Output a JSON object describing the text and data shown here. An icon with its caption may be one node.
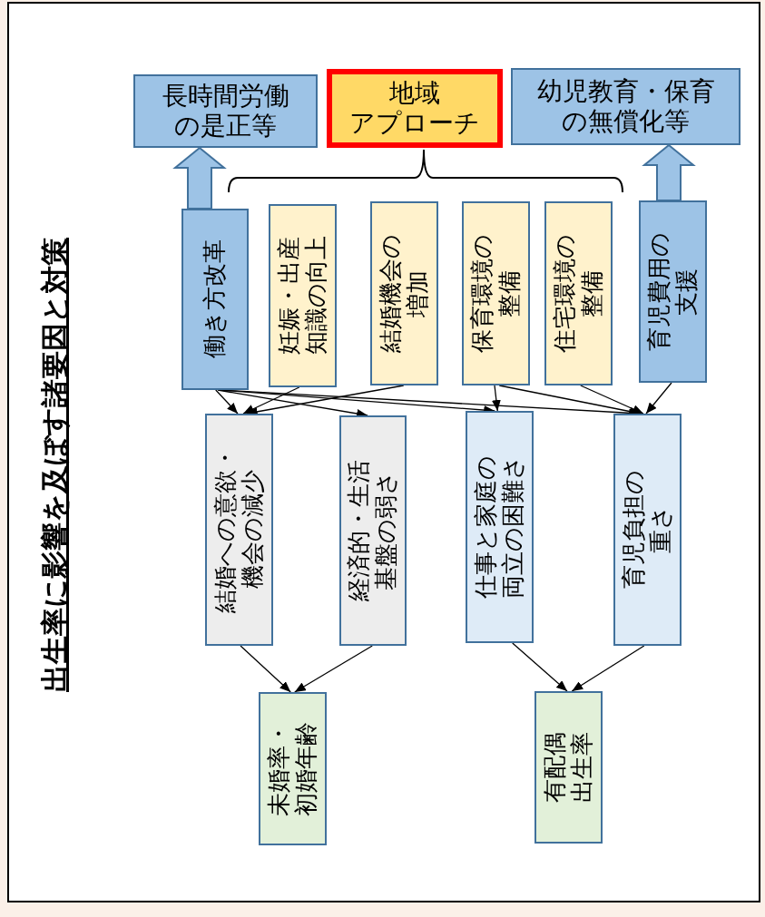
{
  "diagram": {
    "title": "出生率に影響を及ぼす諸要因と対策",
    "nodes": [
      {
        "text": [
          "長時間労働の是正等"
        ]
      },
      {
        "text": [
          "地域",
          "アプローチ"
        ]
      },
      {
        "text": [
          "幼児教育・保育の無償化等"
        ]
      },
      {
        "text": [
          "働き方改革"
        ]
      },
      {
        "text": [
          "妊娠・出産知識の向上"
        ]
      },
      {
        "text": [
          "結婚機会の増加"
        ]
      },
      {
        "text": [
          "保育環境の整備"
        ]
      },
      {
        "text": [
          "住宅環境の整備"
        ]
      },
      {
        "text": [
          "育児費用の支援"
        ]
      },
      {
        "text": [
          "結婚への意欲・機会の減少"
        ]
      },
      {
        "text": [
          "経済的・生活基盤の弱さ"
        ]
      },
      {
        "text": [
          "仕事と家庭の両立の困難さ"
        ]
      },
      {
        "text": [
          "育児負担の重さ"
        ]
      },
      {
        "text": [
          "未婚率・初婚年齢"
        ]
      },
      {
        "text": [
          "有配偶出生率"
        ]
      }
    ],
    "edges": [
      {
        "from": 3,
        "to": 0,
        "arrow": "to",
        "style": "thick"
      },
      {
        "from": 8,
        "to": 2,
        "arrow": "to",
        "style": "thick"
      },
      {
        "from": 3,
        "to": 9,
        "arrow": "to"
      },
      {
        "from": 3,
        "to": 10,
        "arrow": "to"
      },
      {
        "from": 3,
        "to": 11,
        "arrow": "to"
      },
      {
        "from": 3,
        "to": 12,
        "arrow": "to"
      },
      {
        "from": 4,
        "to": 9,
        "arrow": "to"
      },
      {
        "from": 5,
        "to": 9,
        "arrow": "to"
      },
      {
        "from": 6,
        "to": 11,
        "arrow": "to"
      },
      {
        "from": 6,
        "to": 12,
        "arrow": "to"
      },
      {
        "from": 7,
        "to": 12,
        "arrow": "to"
      },
      {
        "from": 8,
        "to": 12,
        "arrow": "to"
      },
      {
        "from": 9,
        "to": 13,
        "arrow": "to"
      },
      {
        "from": 10,
        "to": 13,
        "arrow": "to"
      },
      {
        "from": 11,
        "to": 14,
        "arrow": "to"
      },
      {
        "from": 12,
        "to": 14,
        "arrow": "to"
      }
    ]
  }
}
